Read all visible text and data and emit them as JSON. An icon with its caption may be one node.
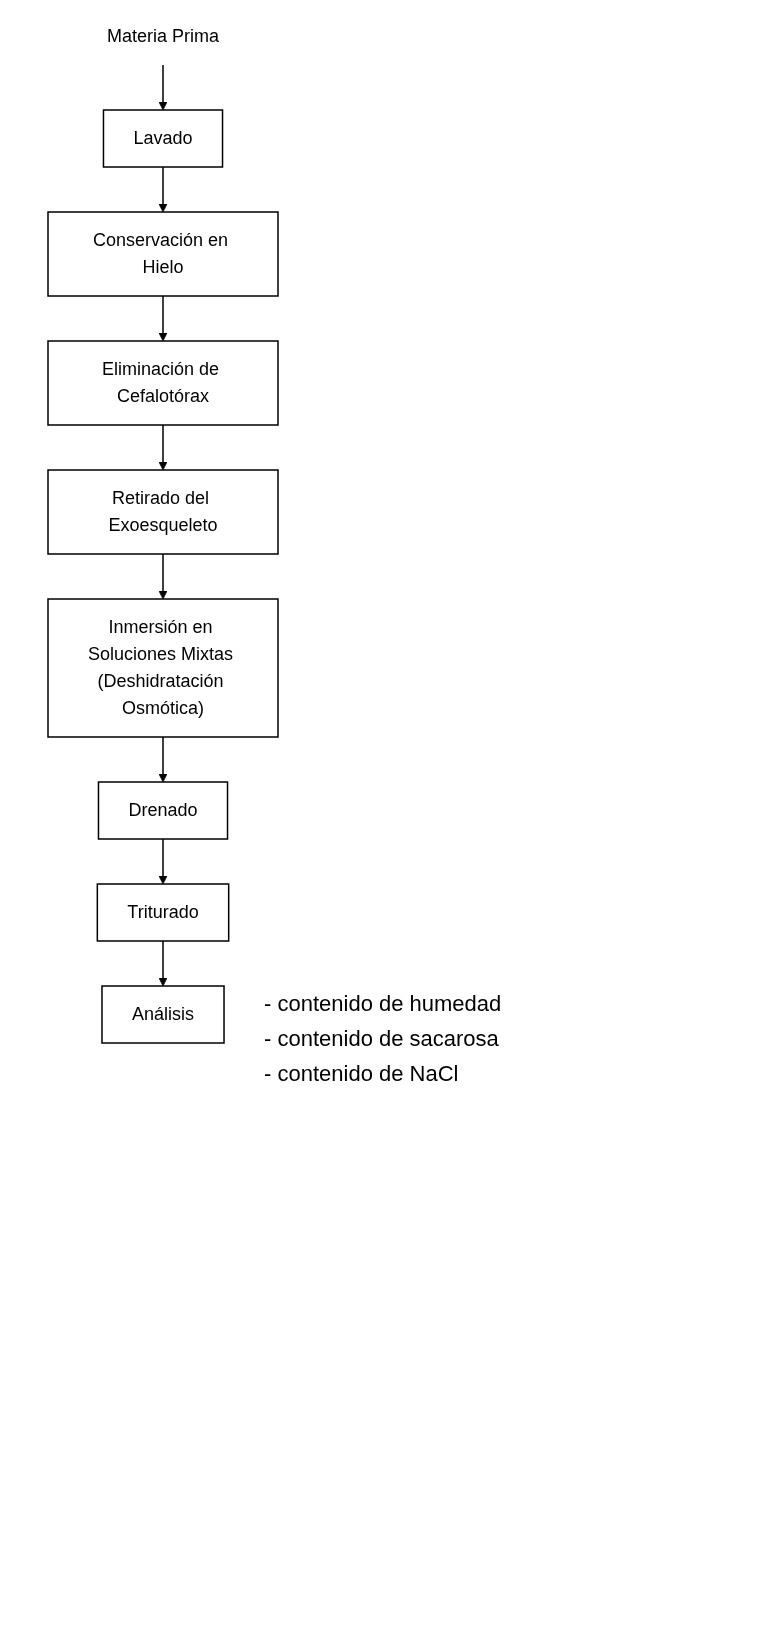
{
  "diagram": {
    "nodes": [
      {
        "text": [
          "Materia Prima"
        ]
      },
      {
        "text": [
          "Lavado"
        ]
      },
      {
        "text": [
          "Conservación en Hielo"
        ]
      },
      {
        "text": [
          "Eliminación de Cefalotórax"
        ]
      },
      {
        "text": [
          "Retirado del Exoesqueleto"
        ]
      },
      {
        "text": [
          "Inmersión en Soluciones Mixtas (Deshidratación Osmótica)"
        ]
      },
      {
        "text": [
          "Drenado"
        ]
      },
      {
        "text": [
          "Triturado"
        ]
      },
      {
        "text": [
          "Análisis"
        ],
        "beside": [
          "- contenido de humedad",
          "- contenido de sacarosa",
          "- contenido de NaCl"
        ]
      }
    ],
    "edges": [
      {
        "from": 0,
        "to": 1,
        "arrow": "to"
      },
      {
        "from": 1,
        "to": 2,
        "arrow": "to"
      },
      {
        "from": 2,
        "to": 3,
        "arrow": "to"
      },
      {
        "from": 3,
        "to": 4,
        "arrow": "to"
      },
      {
        "from": 4,
        "to": 5,
        "arrow": "to"
      },
      {
        "from": 5,
        "to": 6,
        "arrow": "to"
      },
      {
        "from": 6,
        "to": 7,
        "arrow": "to"
      },
      {
        "from": 7,
        "to": 8,
        "arrow": "to"
      }
    ]
  }
}
